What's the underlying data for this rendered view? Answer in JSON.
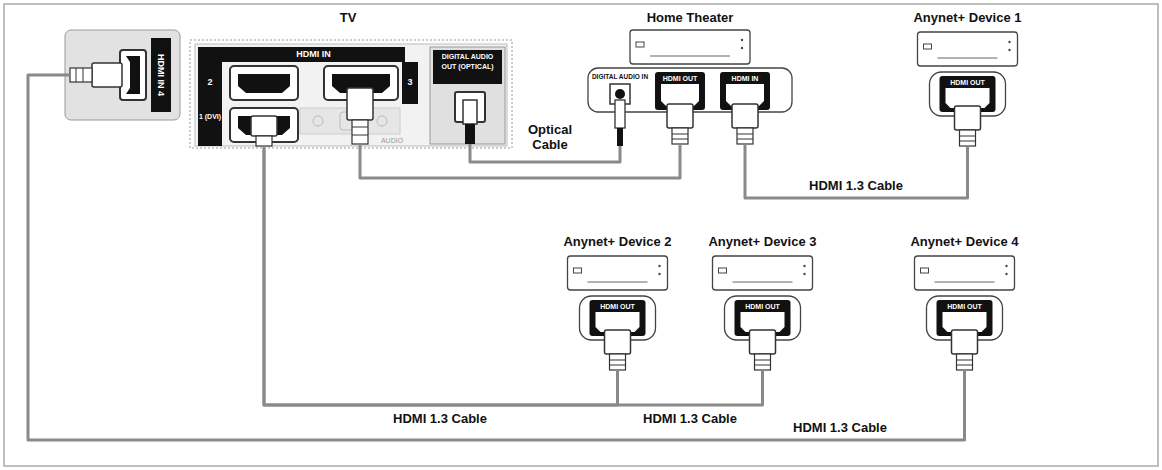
{
  "diagram": {
    "nodes": [
      {
        "text": [
          "TV"
        ]
      },
      {
        "text": [
          "Home Theater",
          "DIGITAL AUDIO IN",
          "HDMI OUT",
          "HDMI IN"
        ]
      },
      {
        "text": [
          "Anynet+ Device 1",
          "HDMI OUT"
        ]
      },
      {
        "text": [
          "Anynet+ Device 2",
          "HDMI OUT"
        ]
      },
      {
        "text": [
          "Anynet+ Device 3",
          "HDMI OUT"
        ]
      },
      {
        "text": [
          "Anynet+ Device 4",
          "HDMI OUT"
        ]
      }
    ],
    "edges": [
      {
        "from": 0,
        "to": 1,
        "arrow": "none"
      },
      {
        "from": 0,
        "to": 1,
        "label": "Optical Cable",
        "arrow": "none"
      },
      {
        "from": 1,
        "to": 2,
        "label": "HDMI 1.3 Cable",
        "arrow": "none"
      },
      {
        "from": 0,
        "to": 3,
        "label": "HDMI 1.3 Cable",
        "arrow": "none"
      },
      {
        "from": 0,
        "to": 4,
        "label": "HDMI 1.3 Cable",
        "arrow": "none"
      },
      {
        "from": 0,
        "to": 5,
        "label": "HDMI 1.3 Cable",
        "arrow": "none"
      }
    ],
    "labels": [
      "HDMI IN 4",
      "HDMI IN",
      "2",
      "1 (DVI)",
      "3",
      "DIGITAL AUDIO OUT (OPTICAL)",
      "AUDIO"
    ]
  }
}
